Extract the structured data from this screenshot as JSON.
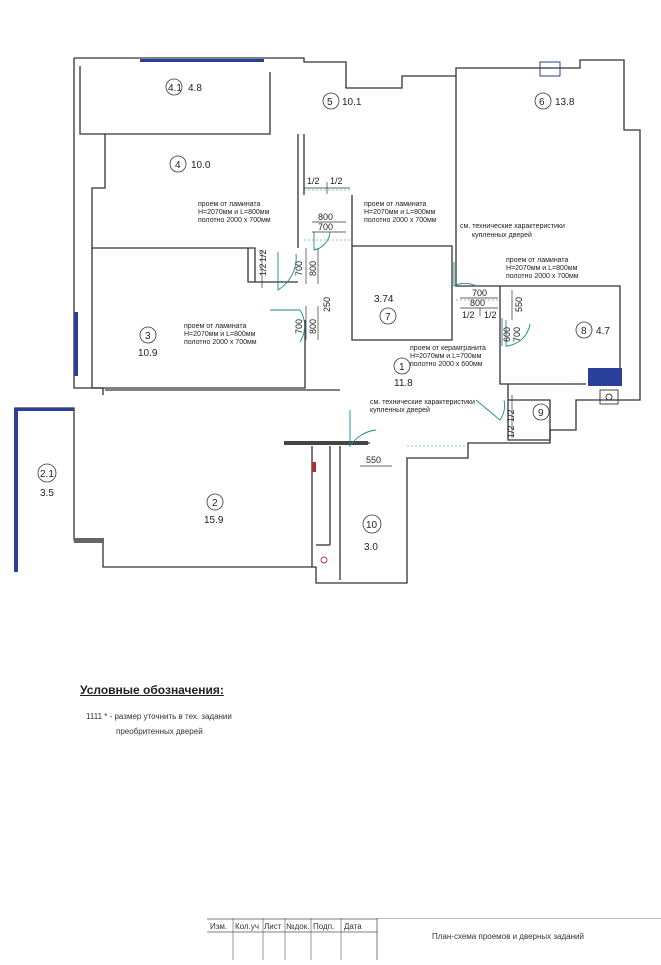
{
  "rooms": [
    {
      "num": "4.1",
      "area": "4.8"
    },
    {
      "num": "5",
      "area": "10.1"
    },
    {
      "num": "6",
      "area": "13.8"
    },
    {
      "num": "4",
      "area": "10.0"
    },
    {
      "num": "3",
      "area": "10.9"
    },
    {
      "num": "7",
      "area": "3.74"
    },
    {
      "num": "1",
      "area": "11.8"
    },
    {
      "num": "8",
      "area": "4.7"
    },
    {
      "num": "9",
      "area": ""
    },
    {
      "num": "2.1",
      "area": "3.5"
    },
    {
      "num": "2",
      "area": "15.9"
    },
    {
      "num": "10",
      "area": "3.0"
    }
  ],
  "notes": {
    "lam_a": [
      "проем от ламината",
      "H=2070мм и L=800мм",
      "полотно 2000 х 700мм"
    ],
    "lam_b": [
      "проем от ламината",
      "H=2070мм и L=800мм",
      "полотно 2000 х 700мм"
    ],
    "lam_c": [
      "проем от ламината",
      "H=2070мм и L=800мм",
      "полотно 2000 х 700мм"
    ],
    "lam_d": [
      "проем от ламината",
      "H=2070мм и L=800мм",
      "полотно 2000 х 700мм"
    ],
    "ceramic": [
      "проем от керамгранита",
      "H=2070мм и L=700мм",
      "полотно 2000 х 600мм"
    ],
    "spec_a": [
      "см. технические характеристики",
      "купленных дверей"
    ],
    "spec_b": [
      "см. технические характеристики",
      "купленных дверей"
    ]
  },
  "dims": {
    "half": "1/2",
    "d700": "700",
    "d800": "800",
    "d250": "250",
    "d550": "550",
    "d600": "600"
  },
  "legend": {
    "title": "Условные обозначения:",
    "line1": "1111 * - размер уточнить в тех. задании",
    "line2": "преобритенных дверей"
  },
  "stamp": {
    "izm": "Изм.",
    "kol": "Кол.уч",
    "list": "Лист",
    "ndok": "№док.",
    "podp": "Подп.",
    "data": "Дата",
    "title": "План-схема проемов и дверных заданий"
  },
  "colors": {
    "wall": "#333333",
    "window": "#2a3f9a",
    "door": "#1a8a8a"
  }
}
